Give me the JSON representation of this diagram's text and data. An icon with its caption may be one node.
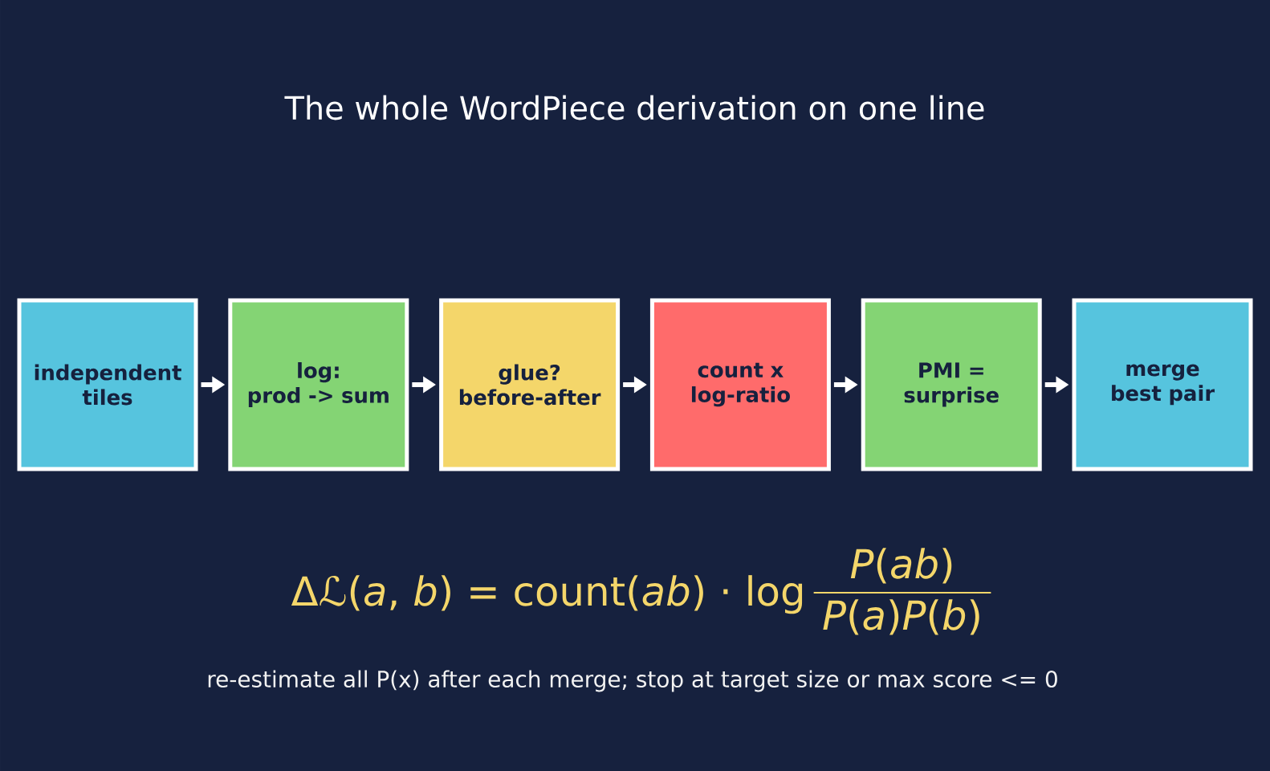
{
  "diagram": {
    "title": "The whole WordPiece derivation on one line",
    "nodes": [
      {
        "text": [
          "independent tiles"
        ]
      },
      {
        "text": [
          "log: prod -> sum"
        ]
      },
      {
        "text": [
          "glue? before-after"
        ]
      },
      {
        "text": [
          "count x log-ratio"
        ]
      },
      {
        "text": [
          "PMI = surprise"
        ]
      },
      {
        "text": [
          "merge best pair"
        ]
      }
    ],
    "edges": [
      {
        "from": 0,
        "to": 1,
        "arrow": "to"
      },
      {
        "from": 1,
        "to": 2,
        "arrow": "to"
      },
      {
        "from": 2,
        "to": 3,
        "arrow": "to"
      },
      {
        "from": 3,
        "to": 4,
        "arrow": "to"
      },
      {
        "from": 4,
        "to": 5,
        "arrow": "to"
      }
    ],
    "labels": [
      "Δℒ(*a*, *b*) = count(*ab*) · log",
      "*P*(*ab*)",
      "*P*(*a*)*P*(*b*)",
      "re-estimate all P(x) after each merge; stop at target size or max score <= 0"
    ]
  }
}
